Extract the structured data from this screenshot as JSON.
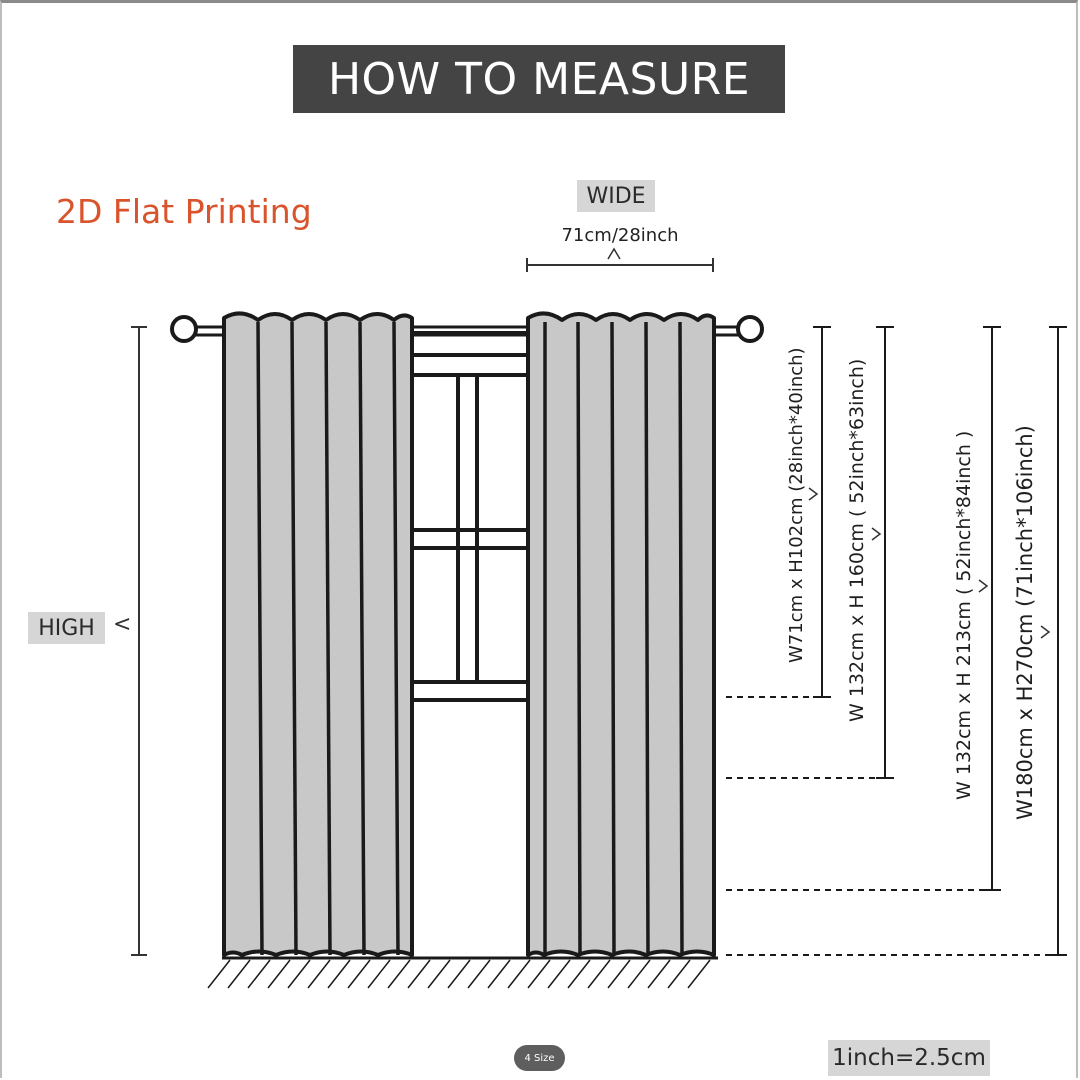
{
  "header": {
    "title": "HOW TO MEASURE"
  },
  "subtitle": "2D Flat Printing",
  "wide": {
    "label": "WIDE",
    "dimension": "71cm/28inch"
  },
  "high": {
    "label": "HIGH",
    "arrow": "<"
  },
  "sizes": [
    "W71cm x H102cm (28inch*40inch)",
    "W 132cm x H 160cm ( 52inch*63inch)",
    "W 132cm x H 213cm ( 52inch*84inch )",
    "W180cm x H270cm (71inch*106inch)"
  ],
  "badge": "4 Size",
  "conversion": "1inch=2.5cm",
  "colors": {
    "title_bg": "#444444",
    "subtitle": "#d9542c",
    "curtain": "#c8c8c8",
    "tag_bg": "#d6d6d6"
  }
}
